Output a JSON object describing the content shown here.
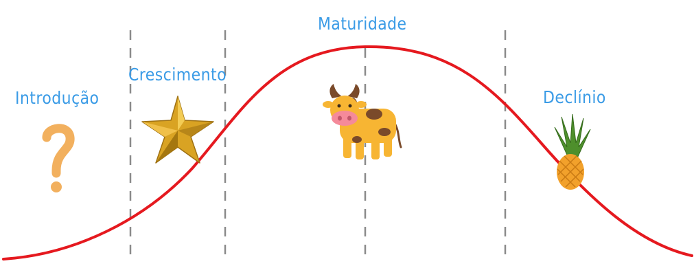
{
  "colors": {
    "background": "#ffffff",
    "curve": "#e5191f",
    "divider": "#8a8a8a",
    "label": "#3a9be6",
    "question_mark": "#f2b05e",
    "star": "#d9a323",
    "cow_body": "#f7b533",
    "cow_spots": "#7a4a2a",
    "cow_snout": "#f58a9a",
    "pineapple": "#f2a12b",
    "pineapple_leaves": "#4e8f2c"
  },
  "stages": [
    {
      "id": "introduction",
      "label": "Introdução",
      "icon": "question-mark-icon"
    },
    {
      "id": "growth",
      "label": "Crescimento",
      "icon": "star-icon"
    },
    {
      "id": "maturity",
      "label": "Maturidade",
      "icon": "cow-icon"
    },
    {
      "id": "decline",
      "label": "Declínio",
      "icon": "pineapple-icon"
    }
  ]
}
